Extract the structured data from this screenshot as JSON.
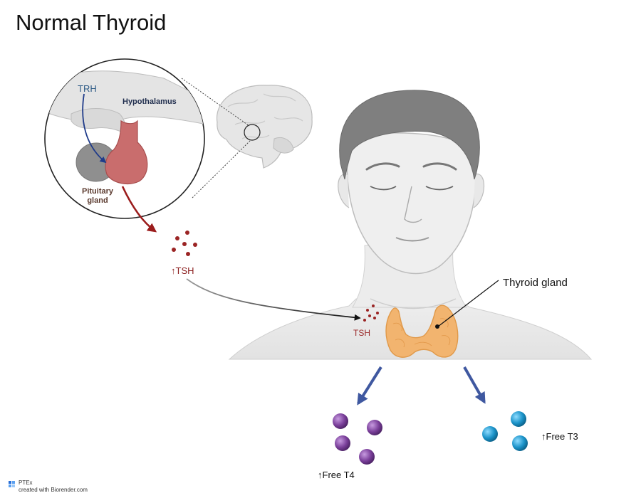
{
  "title": "Normal Thyroid",
  "labels": {
    "trh": "TRH",
    "hypothalamus": "Hypothalamus",
    "pituitary_line1": "Pituitary",
    "pituitary_line2": "gland",
    "tsh_up": "↑TSH",
    "tsh": "TSH",
    "thyroid_gland": "Thyroid gland",
    "free_t4": "↑Free T4",
    "free_t3": "↑Free T3"
  },
  "branding": {
    "name": "PTEx",
    "credit": "created with Biorender.com"
  },
  "colors": {
    "tsh_red": "#9b2a2a",
    "trh_blue": "#2e5b86",
    "pituitary": "#c96d6d",
    "thyroid": "#f2b46f",
    "t4_purple": "#7a3f9a",
    "t3_blue": "#1b93c9",
    "arrow_blue": "#3f58a0"
  },
  "icons": [
    "brain-icon",
    "head-icon",
    "thyroid-icon",
    "biorender-logo-icon"
  ]
}
